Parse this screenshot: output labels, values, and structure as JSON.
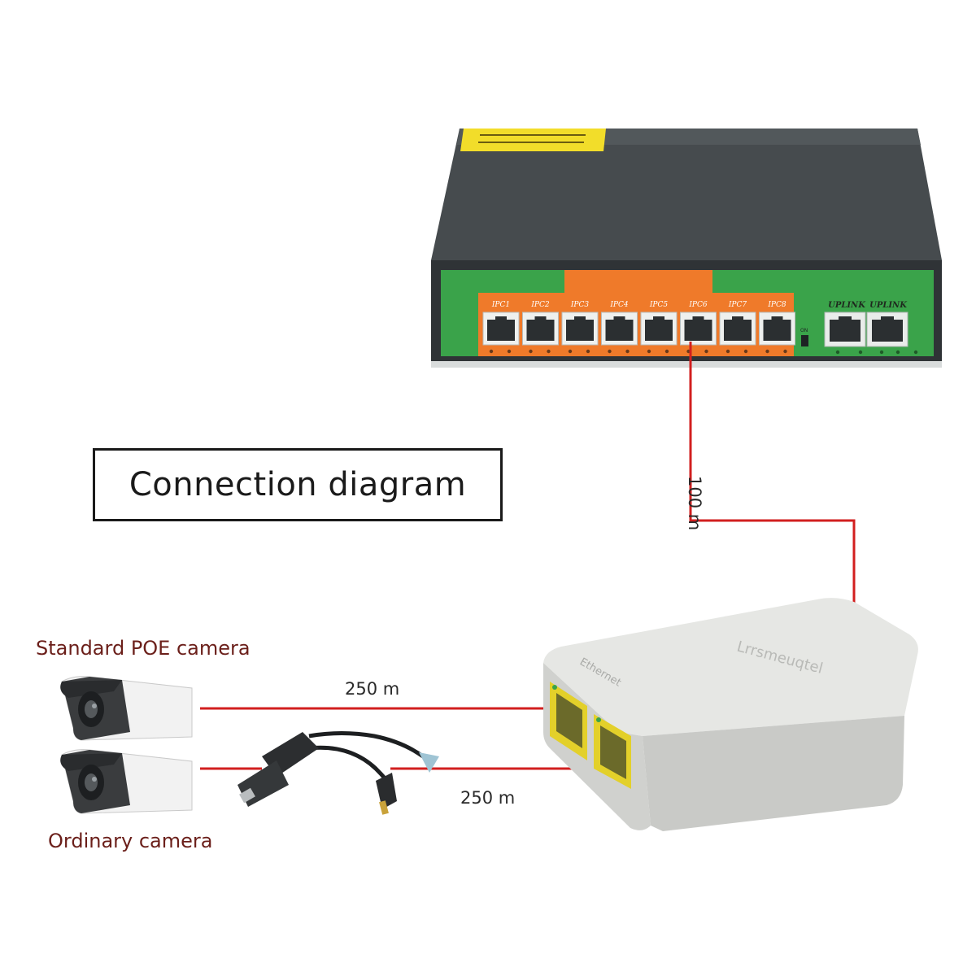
{
  "title": "Connection diagram",
  "cameras": {
    "standard_label": "Standard POE camera",
    "ordinary_label": "Ordinary camera"
  },
  "distances": {
    "switch_to_extender": "100 m",
    "extender_to_poe_camera": "250 m",
    "extender_to_ordinary_camera": "250 m"
  },
  "switch": {
    "port_labels": [
      "IPC1",
      "IPC2",
      "IPC3",
      "IPC4",
      "IPC5",
      "IPC6",
      "IPC7",
      "IPC8"
    ],
    "uplink_labels": [
      "UPLINK",
      "UPLINK"
    ]
  },
  "colors": {
    "cable": "#d21f1f",
    "switch_body": "#3e4346",
    "switch_panel": "#3aa34a",
    "poe_ports_panel": "#ef7a2a",
    "extender_body": "#d9dad7",
    "extender_ports": "#e3d02a",
    "caption": "#6b1f1a"
  }
}
